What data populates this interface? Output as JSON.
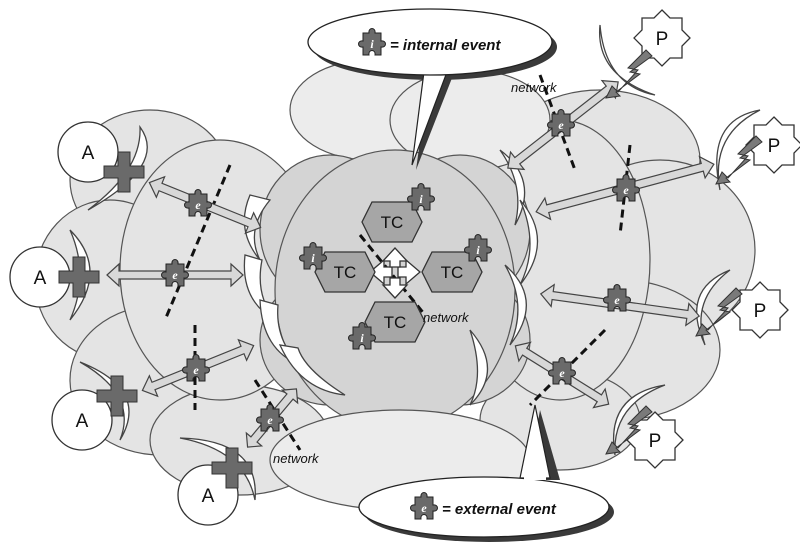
{
  "legend": {
    "internal": "= internal event",
    "external": "= external event"
  },
  "glyphs": {
    "internal": "i",
    "external": "e"
  },
  "actors": {
    "a_label": "A",
    "p_label": "P",
    "tc_label": "TC"
  },
  "network_labels": [
    "network",
    "network",
    "network"
  ],
  "icons": [
    "puzzle-piece-icon",
    "plus-icon",
    "lightning-icon",
    "double-arrow-icon",
    "speech-bubble-icon",
    "cloud-icon",
    "hexagon-icon",
    "star-icon"
  ]
}
